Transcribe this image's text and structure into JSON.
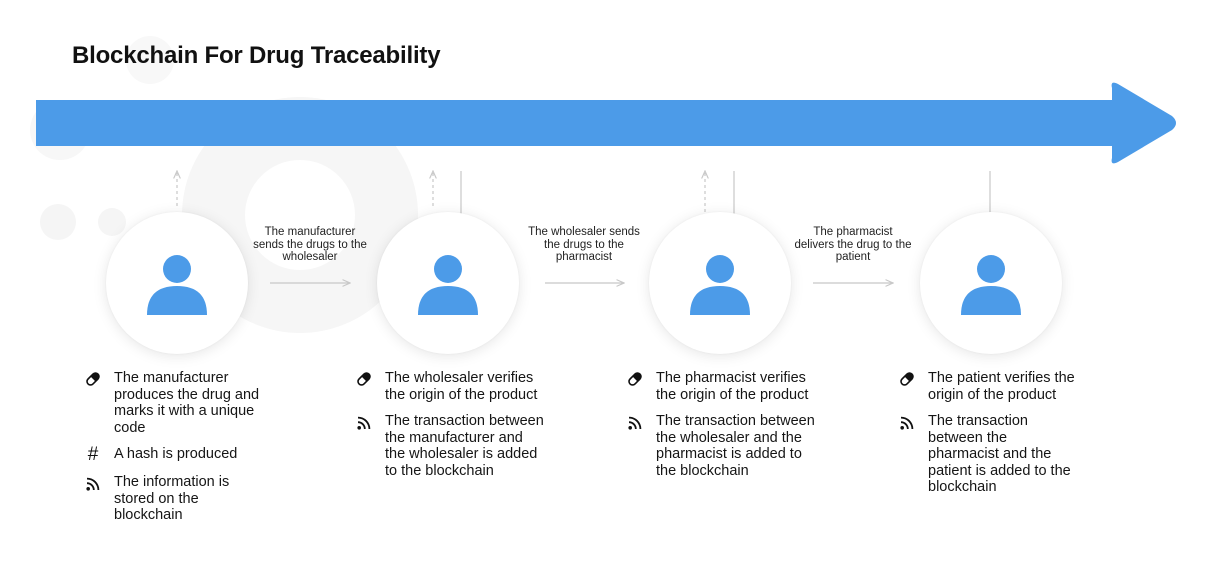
{
  "title": "Blockchain For Drug Traceability",
  "colors": {
    "accent": "#4C9BE8",
    "arrow_gray": "#C8C8C8",
    "text": "#111111"
  },
  "stages": [
    {
      "actor": "manufacturer",
      "icon": "person-icon"
    },
    {
      "actor": "wholesaler",
      "icon": "person-icon"
    },
    {
      "actor": "pharmacist",
      "icon": "person-icon"
    },
    {
      "actor": "patient",
      "icon": "person-icon"
    }
  ],
  "handoffs": [
    {
      "label": "The manufacturer sends the drugs to the wholesaler"
    },
    {
      "label": "The wholesaler sends the drugs to the pharmacist"
    },
    {
      "label": "The pharmacist delivers the drug to the patient"
    }
  ],
  "columns": [
    {
      "items": [
        {
          "icon": "pill-icon",
          "text": "The manufacturer produces the drug and marks it with a unique code"
        },
        {
          "icon": "hash-icon",
          "text": "A hash is produced"
        },
        {
          "icon": "feed-icon",
          "text": "The information is stored on the blockchain"
        }
      ]
    },
    {
      "items": [
        {
          "icon": "pill-icon",
          "text": "The wholesaler verifies the origin of the product"
        },
        {
          "icon": "feed-icon",
          "text": "The transaction between the manufacturer and the wholesaler is added to the blockchain"
        }
      ]
    },
    {
      "items": [
        {
          "icon": "pill-icon",
          "text": "The pharmacist verifies the origin of the product"
        },
        {
          "icon": "feed-icon",
          "text": "The transaction between the wholesaler and the pharmacist is added to the blockchain"
        }
      ]
    },
    {
      "items": [
        {
          "icon": "pill-icon",
          "text": "The patient verifies the origin of the product"
        },
        {
          "icon": "feed-icon",
          "text": "The transaction between the pharmacist and the patient is added to the blockchain"
        }
      ]
    }
  ]
}
